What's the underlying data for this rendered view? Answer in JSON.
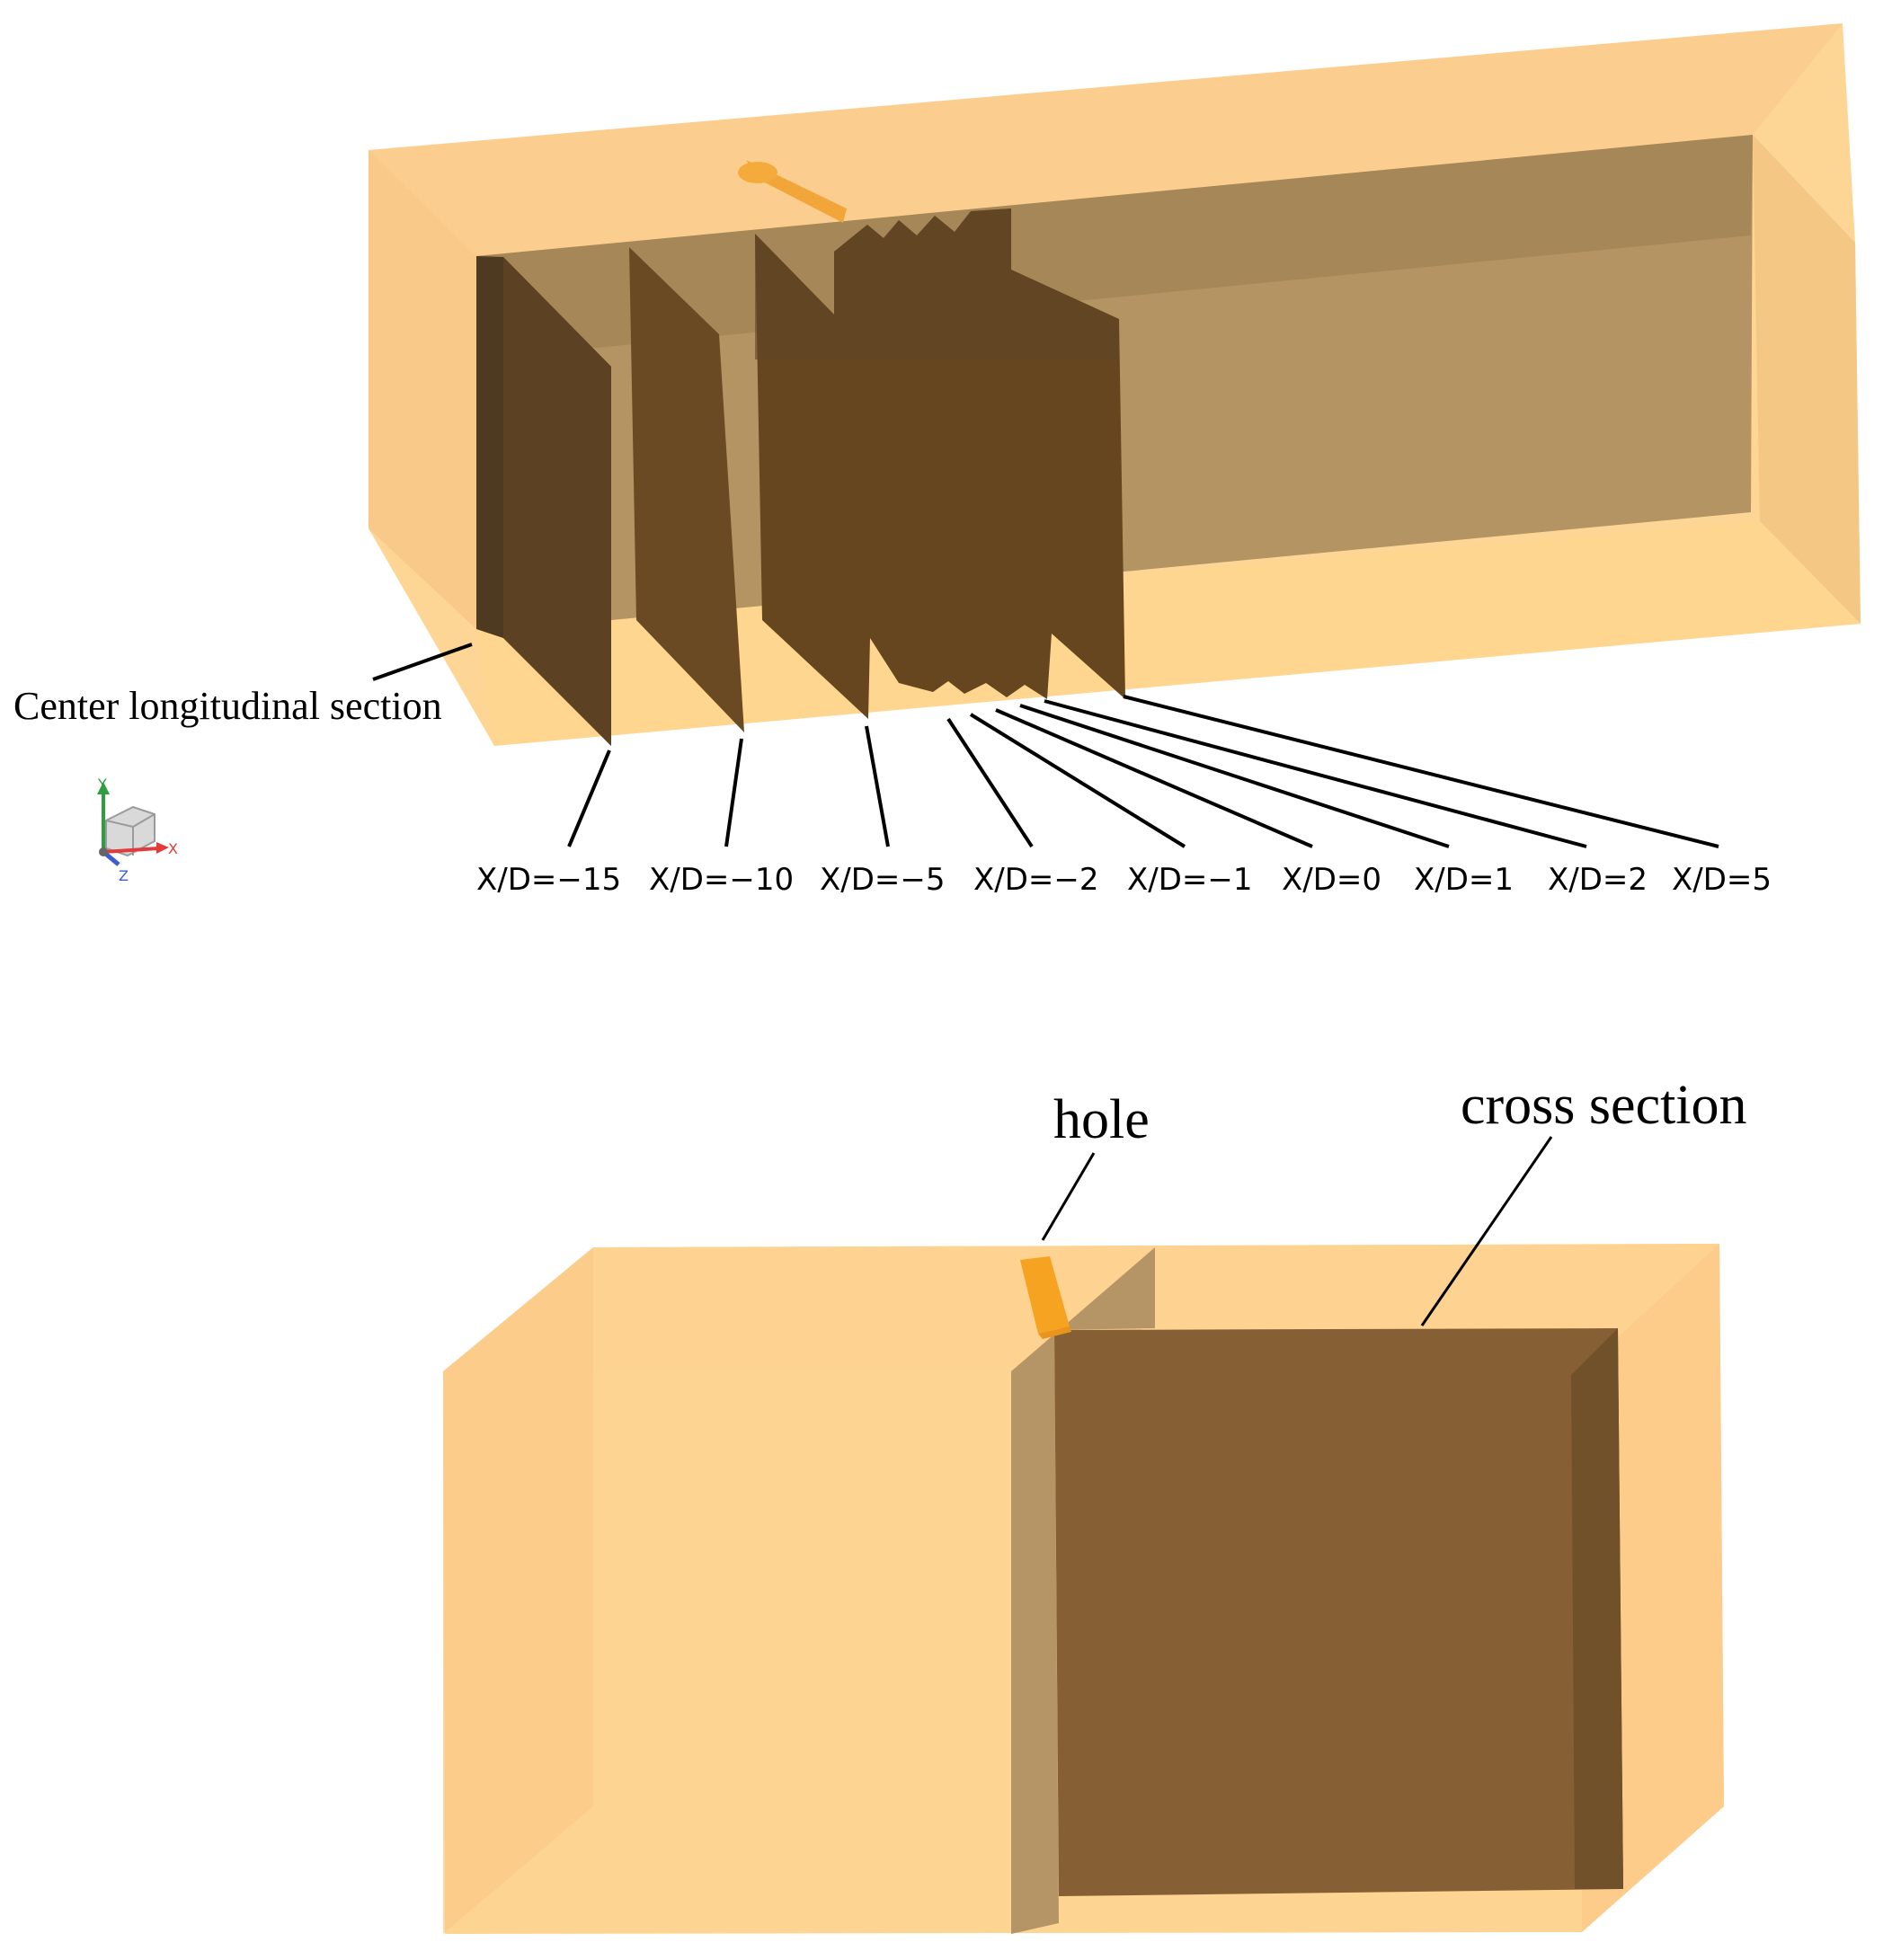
{
  "top_view": {
    "section_label": "Center longitudinal section",
    "positions": [
      "X/D=−15",
      "X/D=−10",
      "X/D=−5",
      "X/D=−2",
      "X/D=−1",
      "X/D=0",
      "X/D=1",
      "X/D=2",
      "X/D=5"
    ],
    "axis_labels": {
      "x": "X",
      "y": "Y",
      "z": "Z"
    }
  },
  "bottom_view": {
    "hole_label": "hole",
    "cross_section_label": "cross section"
  },
  "colors": {
    "box": "#fecf85",
    "box_edge": "#f3b86a",
    "section_dark": "#5f4220",
    "section_mid": "#866033",
    "hole": "#f6a321",
    "axis_x": "#e23b3b",
    "axis_y": "#2e9e3f",
    "axis_z": "#3a5fd0"
  }
}
